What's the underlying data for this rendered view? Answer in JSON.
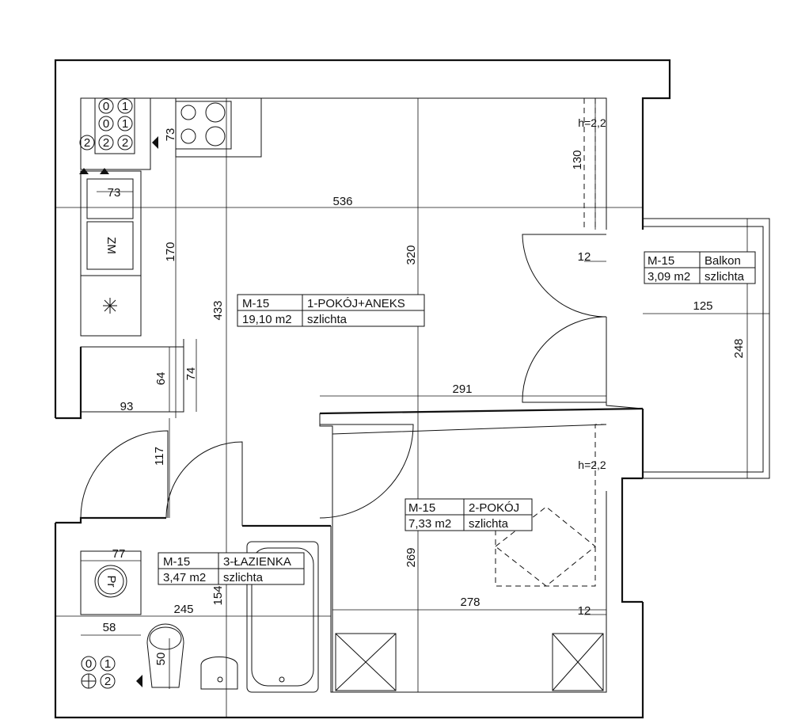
{
  "rooms": [
    {
      "code": "M-15",
      "name": "1-POKÓJ+ANEKS",
      "area": "19,10 m2",
      "finish": "szlichta"
    },
    {
      "code": "M-15",
      "name": "Balkon",
      "area": "3,09 m2",
      "finish": "szlichta"
    },
    {
      "code": "M-15",
      "name": "2-POKÓJ",
      "area": "7,33 m2",
      "finish": "szlichta"
    },
    {
      "code": "M-15",
      "name": "3-ŁAZIENKA",
      "area": "3,47 m2",
      "finish": "szlichta"
    }
  ],
  "heights": [
    "h=2,2",
    "h=2,2"
  ],
  "dimensions": {
    "d536": "536",
    "d320": "320",
    "d433": "433",
    "d170": "170",
    "d130": "130",
    "d73a": "73",
    "d73b": "73",
    "d12a": "12",
    "d12b": "12",
    "d125": "125",
    "d248": "248",
    "d291": "291",
    "d64": "64",
    "d74": "74",
    "d93": "93",
    "d117": "117",
    "d269": "269",
    "d278": "278",
    "d77": "77",
    "d245": "245",
    "d154": "154",
    "d58": "58",
    "d50": "50"
  },
  "fixtures": {
    "fridge_label": "ZM",
    "washer_label": "Pr",
    "meters_kitchen": [
      "0",
      "1",
      "0",
      "1",
      "2",
      "2",
      "2"
    ],
    "meters_bath": [
      "0",
      "1",
      "2"
    ]
  }
}
